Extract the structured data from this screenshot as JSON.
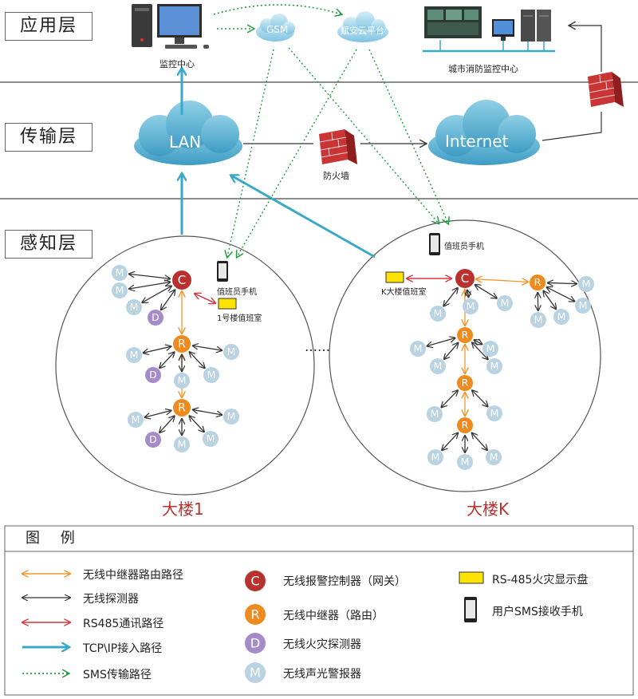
{
  "layers": {
    "application": "应用层",
    "transport": "传输层",
    "perception": "感知层"
  },
  "nodes": {
    "monitor_center": "监控中心",
    "gsm": "GSM",
    "cloud_platform": "赋安云平台",
    "city_center": "城市消防监控中心",
    "lan": "LAN",
    "internet": "Internet",
    "firewall": "防火墙"
  },
  "marker_letters": {
    "controller": "C",
    "relay": "R",
    "detector": "D",
    "alarm": "M"
  },
  "buildings": [
    {
      "name": "大楼1",
      "phone_label": "值班员手机",
      "display_label": "1号楼值班室"
    },
    {
      "name": "大楼K",
      "phone_label": "值班员手机",
      "display_label": "K大楼值班室"
    }
  ],
  "ellipsis": "……",
  "legend": {
    "title": "图 例",
    "lines": [
      {
        "label": "无线中继器路由路径",
        "color": "#f0962e"
      },
      {
        "label": "无线探测器",
        "color": "#333333"
      },
      {
        "label": "RS485通讯路径",
        "color": "#d9363e"
      },
      {
        "label": "TCP\\IP接入路径",
        "color": "#3aa8c8"
      },
      {
        "label": "SMS传输路径",
        "color": "#1f9a3e"
      }
    ],
    "symbols": [
      {
        "letter": "C",
        "label": "无线报警控制器（网关）",
        "color": "#b8312f"
      },
      {
        "letter": "R",
        "label": "无线中继器（路由）",
        "color": "#ee8a1e"
      },
      {
        "letter": "D",
        "label": "无线火灾探测器",
        "color": "#a58cc8"
      },
      {
        "letter": "M",
        "label": "无线声光警报器",
        "color": "#b9d3e2"
      }
    ],
    "devices": [
      {
        "label": "RS-485火灾显示盘"
      },
      {
        "label": "用户SMS接收手机"
      }
    ]
  }
}
